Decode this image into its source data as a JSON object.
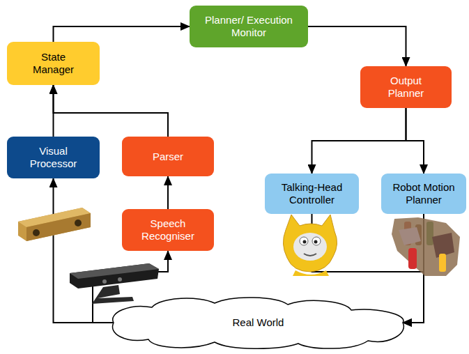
{
  "diagram": {
    "nodes": [
      {
        "text": [
          "State Manager"
        ]
      },
      {
        "text": [
          "Planner/ Execution Monitor"
        ]
      },
      {
        "text": [
          "Output Planner"
        ]
      },
      {
        "text": [
          "Visual Processor"
        ]
      },
      {
        "text": [
          "Parser"
        ]
      },
      {
        "text": [
          "Talking-Head Controller"
        ]
      },
      {
        "text": [
          "Robot Motion Planner"
        ]
      },
      {
        "text": [
          "Speech Recogniser"
        ]
      },
      {
        "text": [
          "Real World"
        ]
      }
    ],
    "edges": [
      {
        "from": 0,
        "to": 1,
        "arrow": "to"
      },
      {
        "from": 1,
        "to": 2,
        "arrow": "to"
      },
      {
        "from": 2,
        "to": 5,
        "arrow": "to"
      },
      {
        "from": 2,
        "to": 6,
        "arrow": "to"
      },
      {
        "from": 3,
        "to": 0,
        "arrow": "to"
      },
      {
        "from": 4,
        "to": 0,
        "arrow": "to"
      },
      {
        "from": 7,
        "to": 4,
        "arrow": "to"
      },
      {
        "from": 8,
        "to": 3,
        "arrow": "to"
      },
      {
        "from": 8,
        "to": 7,
        "arrow": "to"
      },
      {
        "from": 5,
        "to": 8,
        "arrow": "to"
      },
      {
        "from": 6,
        "to": 8,
        "arrow": "to"
      }
    ]
  }
}
